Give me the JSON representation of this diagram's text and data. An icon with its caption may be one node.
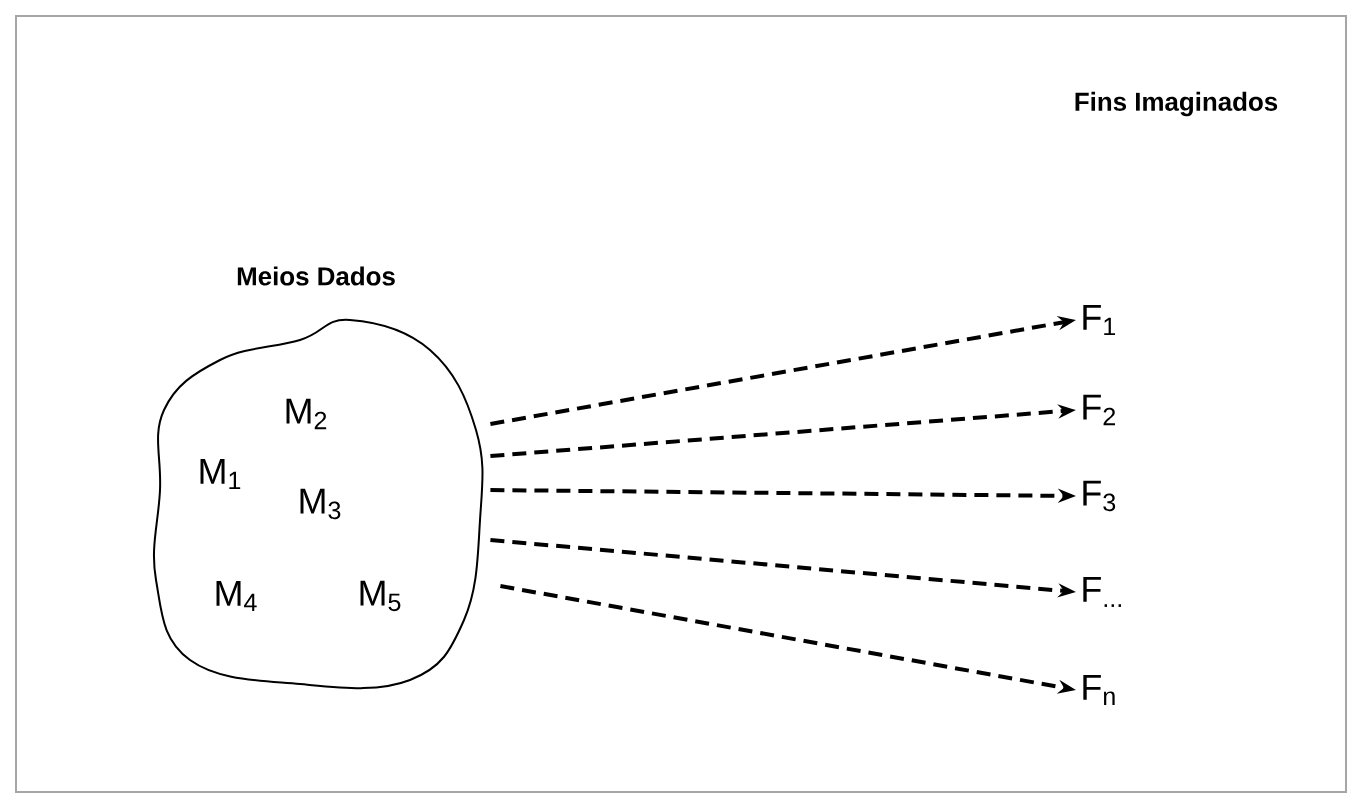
{
  "diagram": {
    "nodes": [
      {
        "text": [
          "Meios Dados"
        ]
      },
      {
        "text": [
          "F$_{1}$"
        ]
      },
      {
        "text": [
          "F$_{2}$"
        ]
      },
      {
        "text": [
          "F$_{3}$"
        ]
      },
      {
        "text": [
          "F$_{...}$"
        ]
      },
      {
        "text": [
          "F$_{n}$"
        ]
      }
    ],
    "edges": [
      {
        "from": 0,
        "to": 1,
        "arrow": "to",
        "style": "dashed"
      },
      {
        "from": 0,
        "to": 2,
        "arrow": "to",
        "style": "dashed"
      },
      {
        "from": 0,
        "to": 3,
        "arrow": "to",
        "style": "dashed"
      },
      {
        "from": 0,
        "to": 4,
        "arrow": "to",
        "style": "dashed"
      },
      {
        "from": 0,
        "to": 5,
        "arrow": "to",
        "style": "dashed"
      }
    ],
    "labels": [
      "Fins Imaginados",
      "M$_{2}$",
      "M$_{1}$",
      "M$_{3}$",
      "M$_{4}$",
      "M$_{5}$"
    ]
  }
}
